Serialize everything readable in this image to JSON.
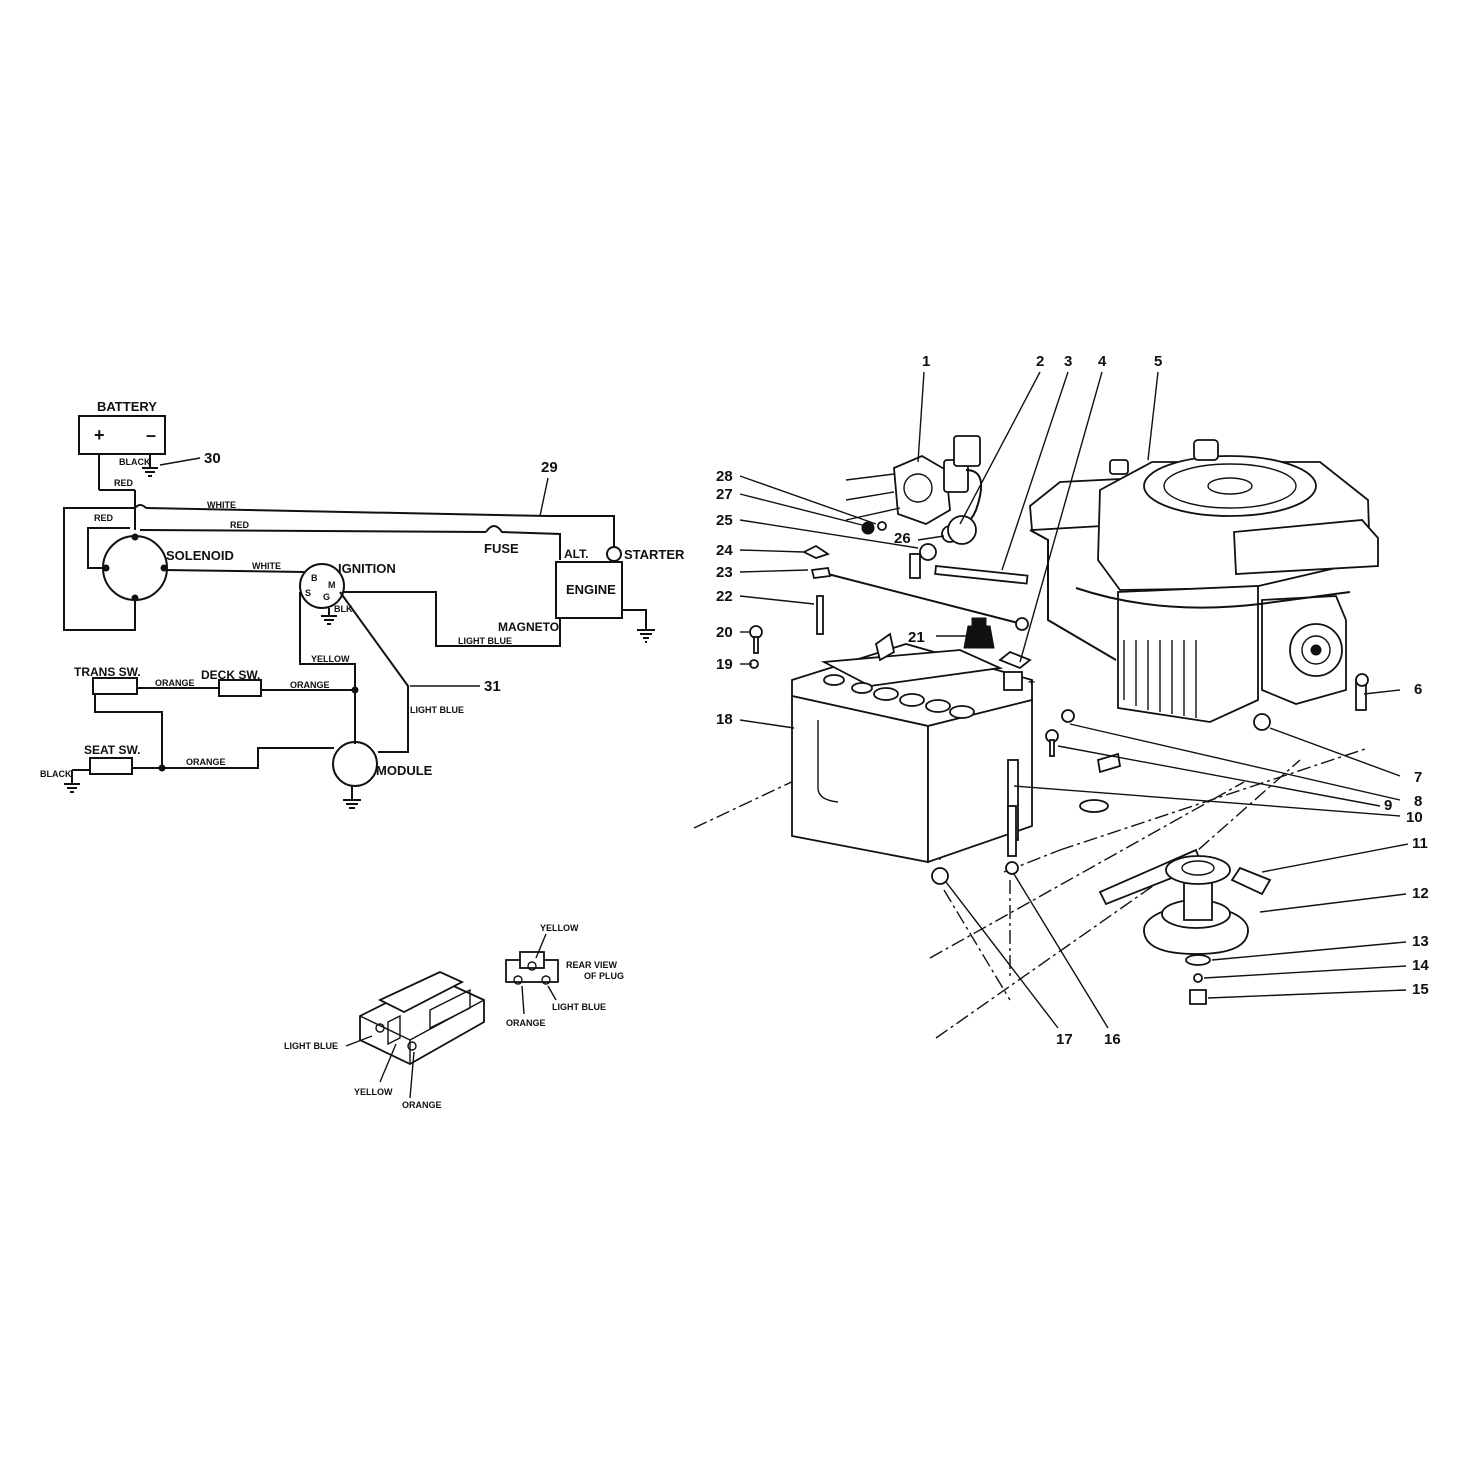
{
  "schematic": {
    "battery": "BATTERY",
    "plus": "+",
    "minus": "–",
    "black_top": "BLACK",
    "red_1": "RED",
    "red_2": "RED",
    "red_3": "RED",
    "white_1": "WHITE",
    "white_2": "WHITE",
    "solenoid": "SOLENOID",
    "fuse": "FUSE",
    "alt": "ALT.",
    "starter": "STARTER",
    "engine": "ENGINE",
    "magneto": "MAGNETO",
    "ignition": "IGNITION",
    "ign_b": "B",
    "ign_m": "M",
    "ign_s": "S",
    "ign_g": "G",
    "blk": "BLK",
    "light_blue_1": "LIGHT BLUE",
    "light_blue_2": "LIGHT BLUE",
    "yellow": "YELLOW",
    "trans_sw": "TRANS SW.",
    "deck_sw": "DECK SW.",
    "seat_sw": "SEAT SW.",
    "orange_1": "ORANGE",
    "orange_2": "ORANGE",
    "orange_3": "ORANGE",
    "black_bottom": "BLACK",
    "module": "MODULE",
    "callout_29": "29",
    "callout_30": "30",
    "callout_31": "31"
  },
  "plug": {
    "yellow_top": "YELLOW",
    "rear_view_1": "REAR VIEW",
    "rear_view_2": "OF PLUG",
    "orange_rear": "ORANGE",
    "light_blue_rear": "LIGHT BLUE",
    "light_blue_front": "LIGHT BLUE",
    "yellow_front": "YELLOW",
    "orange_front": "ORANGE"
  },
  "parts": {
    "callouts": [
      "1",
      "2",
      "3",
      "4",
      "5",
      "6",
      "7",
      "8",
      "9",
      "10",
      "11",
      "12",
      "13",
      "14",
      "15",
      "16",
      "17",
      "18",
      "19",
      "20",
      "21",
      "22",
      "23",
      "24",
      "25",
      "26",
      "27",
      "28"
    ],
    "battery_plus": "+"
  }
}
